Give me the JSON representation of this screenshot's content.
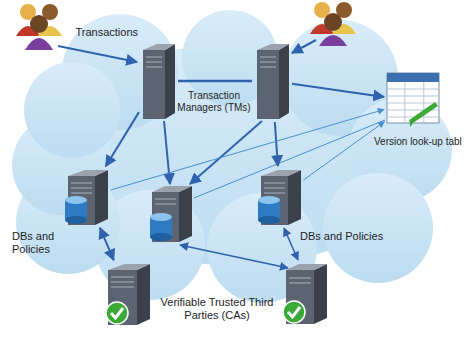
{
  "diagram": {
    "nodes": [
      {
        "text": [
          "Transactions"
        ]
      },
      {
        "text": [
          "Transaction Managers (TMs)"
        ]
      },
      {
        "text": [
          "Version look-up tabl"
        ]
      },
      {
        "text": [
          "DBs and Policies"
        ]
      },
      {
        "text": [
          "DBs and Policies"
        ]
      },
      {
        "text": [
          "Verifiable Trusted Third Parties (CAs)"
        ]
      }
    ],
    "edges": [
      {
        "from": 0,
        "to": 1,
        "arrow": "none"
      },
      {
        "from": 0,
        "to": 3,
        "arrow": "to"
      },
      {
        "from": 1,
        "to": 4,
        "arrow": "to"
      },
      {
        "from": 1,
        "to": 2,
        "arrow": "to"
      },
      {
        "from": 3,
        "to": 2,
        "arrow": "to"
      },
      {
        "from": 4,
        "to": 2,
        "arrow": "to"
      },
      {
        "from": 3,
        "to": 5,
        "arrow": "both"
      }
    ]
  }
}
